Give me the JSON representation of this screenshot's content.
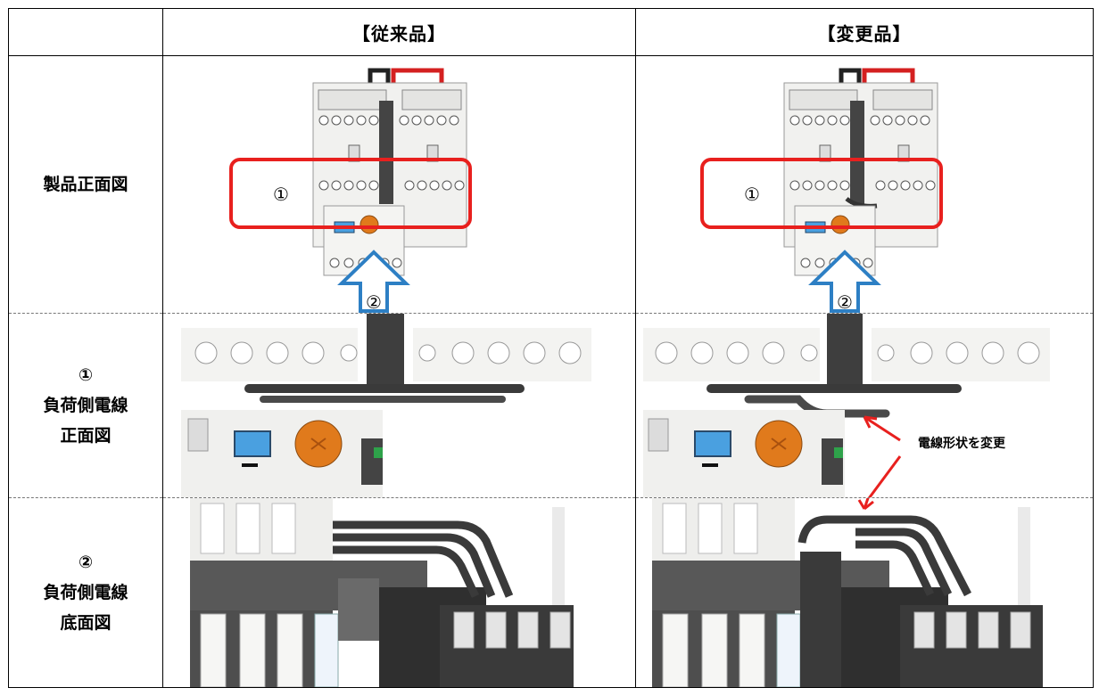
{
  "table": {
    "header": {
      "blank": "",
      "col_conventional": "【従来品】",
      "col_changed": "【変更品】"
    },
    "rows": {
      "front_view": {
        "label": "製品正面図",
        "marker1": "①",
        "marker2": "②"
      },
      "load_front": {
        "num": "①",
        "line1": "負荷側電線",
        "line2": "正面図"
      },
      "load_bottom": {
        "num": "②",
        "line1": "負荷側電線",
        "line2": "底面図"
      }
    }
  },
  "annotation": {
    "text": "電線形状を変更"
  },
  "colors": {
    "highlight_red": "#e8201e",
    "arrow_blue": "#2d7fc4",
    "wire_dark": "#333333",
    "dial_orange": "#e07a1c",
    "reset_blue": "#4aa0e0"
  }
}
